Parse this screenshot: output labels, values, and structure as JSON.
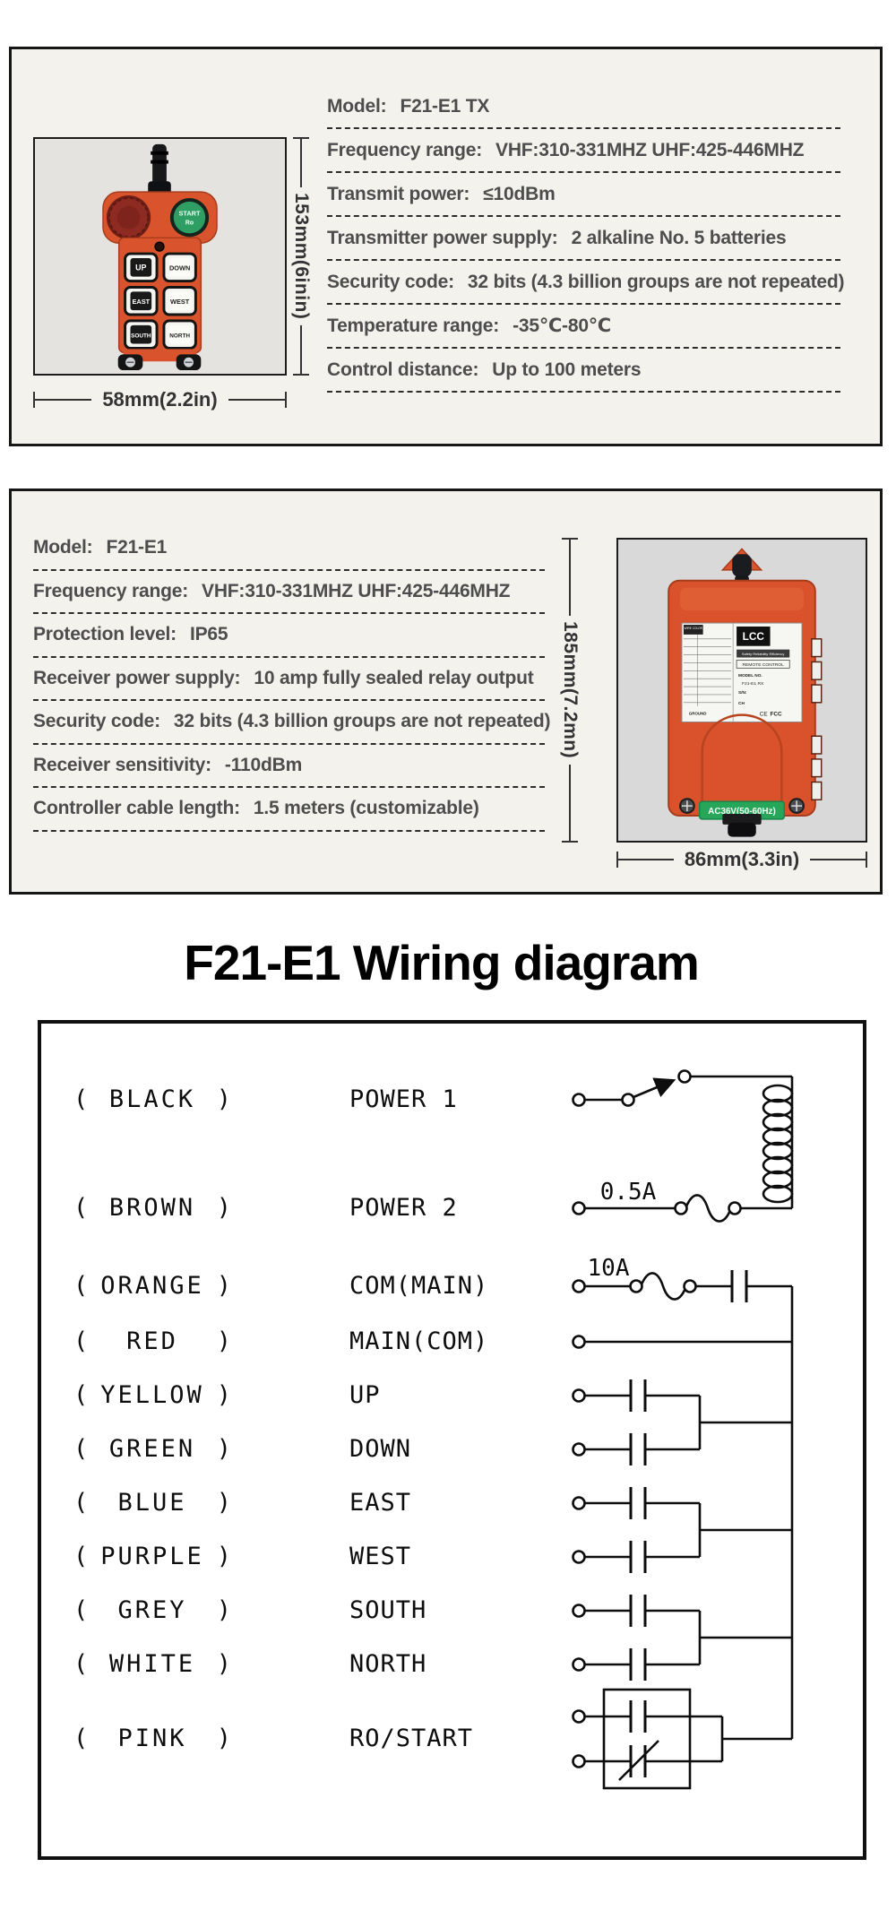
{
  "colors": {
    "accent_orange": "#d9542c",
    "panel_cream": "#f3f2ec",
    "label_green": "#27a65a"
  },
  "transmitter": {
    "dim_height": "153mm(6inin)",
    "dim_width": "58mm(2.2in)",
    "remote": {
      "start_top": "START",
      "start_bottom": "Ro",
      "buttons": [
        {
          "label": "UP"
        },
        {
          "label": "DOWN"
        },
        {
          "label": "EAST"
        },
        {
          "label": "WEST"
        },
        {
          "label": "SOUTH"
        },
        {
          "label": "NORTH"
        }
      ]
    },
    "specs": [
      {
        "label": "Model:",
        "value": "F21-E1 TX"
      },
      {
        "label": "Frequency range:",
        "value": "VHF:310-331MHZ UHF:425-446MHZ"
      },
      {
        "label": "Transmit power:",
        "value": "≤10dBm"
      },
      {
        "label": "Transmitter power supply:",
        "value": "2 alkaline No. 5 batteries"
      },
      {
        "label": "Security code:",
        "value": "32 bits (4.3 billion groups are not repeated)"
      },
      {
        "label": "Temperature range:",
        "value": "-35℃-80℃"
      },
      {
        "label": "Control distance:",
        "value": "Up to 100 meters"
      }
    ]
  },
  "receiver": {
    "dim_height": "185mm(7.2mn)",
    "dim_width": "86mm(3.3in)",
    "unit": {
      "logo": "LCC",
      "wire_color": "WIRE COLOR",
      "tagline": "Safety·Reliability·Efficiency",
      "subtitle": "REMOTE CONTROL",
      "model_label": "MODEL NO.",
      "model": "F21-E1 RX",
      "sn": "S/N:",
      "ch": "CH",
      "ce": "CE",
      "cert": "FCC",
      "ground": "GROUND",
      "power": "AC36V(50-60Hz)"
    },
    "specs": [
      {
        "label": "Model:",
        "value": "F21-E1"
      },
      {
        "label": "Frequency range:",
        "value": "VHF:310-331MHZ UHF:425-446MHZ"
      },
      {
        "label": "Protection level:",
        "value": "IP65"
      },
      {
        "label": "Receiver power supply:",
        "value": "10 amp fully sealed relay output"
      },
      {
        "label": "Security code:",
        "value": "32 bits (4.3 billion groups are not repeated)"
      },
      {
        "label": "Receiver sensitivity:",
        "value": "-110dBm"
      },
      {
        "label": "Controller cable length:",
        "value": "1.5 meters (customizable)"
      }
    ]
  },
  "wiring": {
    "title": "F21-E1 Wiring diagram",
    "rows": [
      {
        "open": "(",
        "name": "BLACK",
        "close": ")",
        "func": "POWER 1"
      },
      {
        "open": "(",
        "name": "BROWN",
        "close": ")",
        "func": "POWER 2",
        "fuse": "0.5A"
      },
      {
        "open": "(",
        "name": "ORANGE",
        "close": ")",
        "func": "COM(MAIN)",
        "fuse": "10A"
      },
      {
        "open": "(",
        "name": "RED",
        "close": ")",
        "func": "MAIN(COM)"
      },
      {
        "open": "(",
        "name": "YELLOW",
        "close": ")",
        "func": "UP"
      },
      {
        "open": "(",
        "name": "GREEN",
        "close": ")",
        "func": "DOWN"
      },
      {
        "open": "(",
        "name": "BLUE",
        "close": ")",
        "func": "EAST"
      },
      {
        "open": "(",
        "name": "PURPLE",
        "close": ")",
        "func": "WEST"
      },
      {
        "open": "(",
        "name": "GREY",
        "close": ")",
        "func": "SOUTH"
      },
      {
        "open": "(",
        "name": "WHITE",
        "close": ")",
        "func": "NORTH"
      },
      {
        "open": "(",
        "name": "PINK",
        "close": ")",
        "func": "RO/START"
      }
    ]
  }
}
